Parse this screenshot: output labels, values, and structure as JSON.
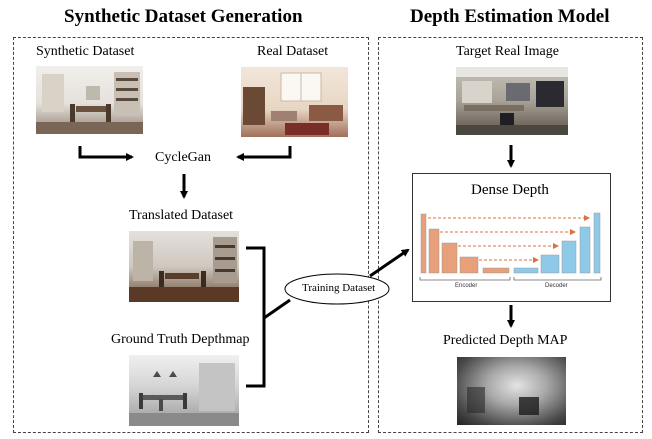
{
  "left": {
    "title": "Synthetic Dataset Generation",
    "synthetic_label": "Synthetic Dataset",
    "real_label": "Real Dataset",
    "cyclegan_label": "CycleGan",
    "translated_label": "Translated Dataset",
    "depthmap_label": "Ground Truth Depthmap"
  },
  "middle": {
    "training_label": "Training Dataset"
  },
  "right": {
    "title": "Depth Estimation Model",
    "target_label": "Target Real Image",
    "model_label": "Dense Depth",
    "encoder_label": "Encoder",
    "decoder_label": "Decoder",
    "predicted_label": "Predicted Depth MAP"
  },
  "colors": {
    "encoder": "#e8a07a",
    "decoder": "#8fc9e8",
    "skip_arrow": "#e0703a",
    "panel_border": "#444444"
  }
}
